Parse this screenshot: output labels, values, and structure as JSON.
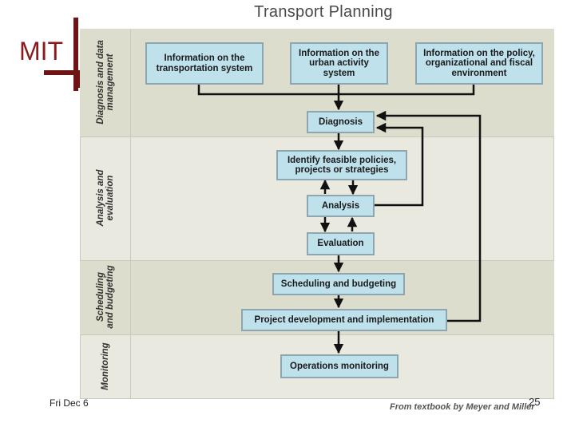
{
  "title": "Transport Planning",
  "logo": {
    "text": "MIT"
  },
  "lanes": [
    {
      "label": "Diagnosis and data management"
    },
    {
      "label": "Analysis and evaluation"
    },
    {
      "label": "Scheduling and budgeting"
    },
    {
      "label": "Monitoring"
    }
  ],
  "boxes": {
    "info_transport": "Information on the transportation system",
    "info_urban": "Information on the urban activity system",
    "info_policy": "Information on the policy, organizational and fiscal environment",
    "diagnosis": "Diagnosis",
    "identify": "Identify feasible policies, projects or strategies",
    "analysis": "Analysis",
    "evaluation": "Evaluation",
    "scheduling": "Scheduling and budgeting",
    "project": "Project development and implementation",
    "operations": "Operations monitoring"
  },
  "footer": {
    "date": "Fri Dec 6",
    "credit": "From textbook by Meyer and Miller",
    "page_number": "25"
  }
}
